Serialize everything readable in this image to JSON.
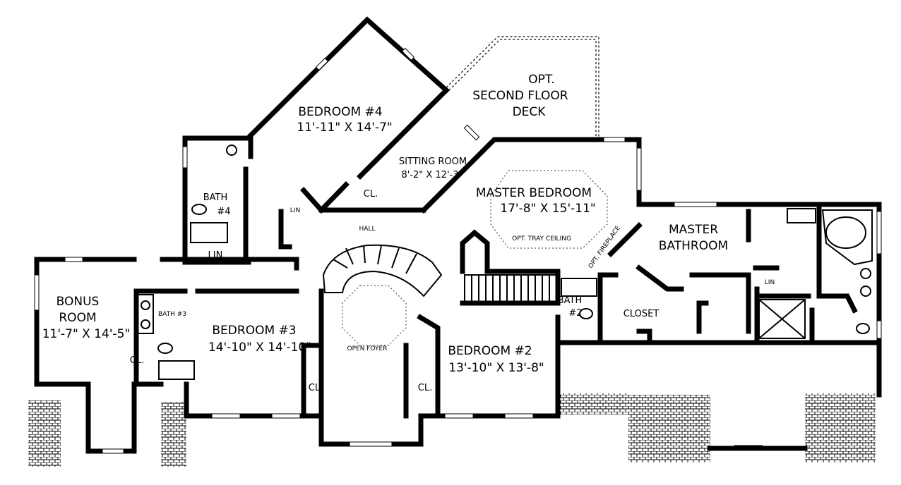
{
  "rooms": {
    "deck": {
      "line1": "OPT.",
      "line2": "SECOND FLOOR",
      "line3": "DECK"
    },
    "bedroom4": {
      "name": "BEDROOM #4",
      "size": "11'-11\" X 14'-7\""
    },
    "sitting": {
      "name": "SITTING ROOM",
      "size": "8'-2\" X 12'-3\""
    },
    "master_bedroom": {
      "name": "MASTER BEDROOM",
      "size": "17'-8\" X 15'-11\"",
      "note": "OPT. TRAY CEILING"
    },
    "master_bath": {
      "line1": "MASTER",
      "line2": "BATHROOM"
    },
    "bath4": {
      "line1": "BATH",
      "line2": "#4"
    },
    "lin_a": "LIN",
    "cl_hall": "CL.",
    "hall": "HALL",
    "lin_b": "LIN.",
    "bonus": {
      "line1": "BONUS",
      "line2": "ROOM",
      "size": "11'-7\" X 14'-5\""
    },
    "bath3": "BATH #3",
    "cl_bonus": "CL.",
    "bedroom3": {
      "name": "BEDROOM #3",
      "size": "14'-10\" X 14'-10\""
    },
    "foyer": "OPEN FOYER",
    "cl_b3": "CL.",
    "cl_b2": "CL.",
    "bedroom2": {
      "name": "BEDROOM #2",
      "size": "13'-10\" X 13'-8\""
    },
    "bath2": {
      "line1": "BATH",
      "line2": "#2"
    },
    "closet": "CLOSET",
    "lin_c": "LIN",
    "fireplace": "OPT. FIREPLACE"
  }
}
